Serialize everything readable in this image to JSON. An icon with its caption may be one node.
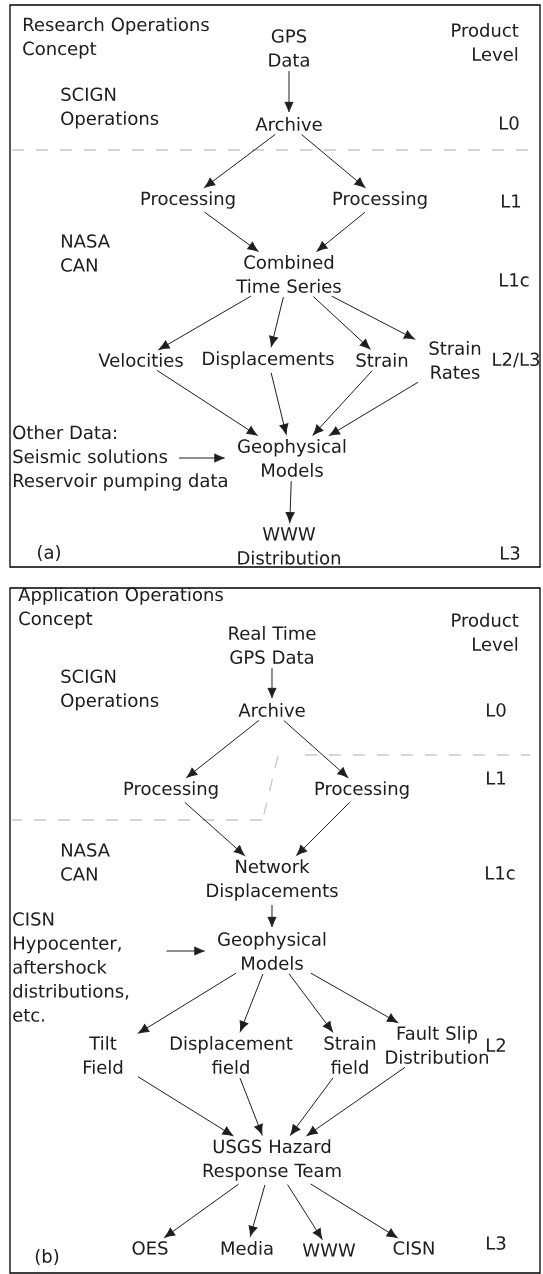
{
  "diagram": {
    "nodes": [
      {
        "text": [
          "GPS Data"
        ]
      },
      {
        "text": [
          "Archive"
        ]
      },
      {
        "text": [
          "Processing"
        ]
      },
      {
        "text": [
          "Processing"
        ]
      },
      {
        "text": [
          "Combined Time Series"
        ]
      },
      {
        "text": [
          "Velocities"
        ]
      },
      {
        "text": [
          "Displacements"
        ]
      },
      {
        "text": [
          "Strain"
        ]
      },
      {
        "text": [
          "Strain Rates"
        ]
      },
      {
        "text": [
          "Other Data:",
          "Seismic solutions",
          "Reservoir pumping data"
        ]
      },
      {
        "text": [
          "Geophysical Models"
        ]
      },
      {
        "text": [
          "WWW Distribution"
        ]
      },
      {
        "text": [
          "Real Time GPS Data"
        ]
      },
      {
        "text": [
          "Archive"
        ]
      },
      {
        "text": [
          "Processing"
        ]
      },
      {
        "text": [
          "Processing"
        ]
      },
      {
        "text": [
          "Network Displacements"
        ]
      },
      {
        "text": [
          "CISN Hypocenter, aftershock distributions, etc."
        ]
      },
      {
        "text": [
          "Geophysical Models"
        ]
      },
      {
        "text": [
          "Tilt Field"
        ]
      },
      {
        "text": [
          "Displacement field"
        ]
      },
      {
        "text": [
          "Strain field"
        ]
      },
      {
        "text": [
          "Fault Slip Distribution"
        ]
      },
      {
        "text": [
          "USGS Hazard Response Team"
        ]
      },
      {
        "text": [
          "OES"
        ]
      },
      {
        "text": [
          "Media"
        ]
      },
      {
        "text": [
          "WWW"
        ]
      },
      {
        "text": [
          "CISN"
        ]
      }
    ],
    "edges": [
      {
        "from": 0,
        "to": 1,
        "arrow": "to"
      },
      {
        "from": 1,
        "to": 2,
        "arrow": "to"
      },
      {
        "from": 1,
        "to": 3,
        "arrow": "to"
      },
      {
        "from": 2,
        "to": 4,
        "arrow": "to"
      },
      {
        "from": 3,
        "to": 4,
        "arrow": "to"
      },
      {
        "from": 4,
        "to": 5,
        "arrow": "to"
      },
      {
        "from": 4,
        "to": 6,
        "arrow": "to"
      },
      {
        "from": 4,
        "to": 7,
        "arrow": "to"
      },
      {
        "from": 4,
        "to": 8,
        "arrow": "to"
      },
      {
        "from": 5,
        "to": 10,
        "arrow": "to"
      },
      {
        "from": 6,
        "to": 10,
        "arrow": "to"
      },
      {
        "from": 7,
        "to": 10,
        "arrow": "to"
      },
      {
        "from": 8,
        "to": 10,
        "arrow": "to"
      },
      {
        "from": 9,
        "to": 10,
        "arrow": "to"
      },
      {
        "from": 10,
        "to": 11,
        "arrow": "to"
      },
      {
        "from": 12,
        "to": 13,
        "arrow": "to"
      },
      {
        "from": 13,
        "to": 14,
        "arrow": "to"
      },
      {
        "from": 13,
        "to": 15,
        "arrow": "to"
      },
      {
        "from": 14,
        "to": 16,
        "arrow": "to"
      },
      {
        "from": 15,
        "to": 16,
        "arrow": "to"
      },
      {
        "from": 16,
        "to": 18,
        "arrow": "to"
      },
      {
        "from": 17,
        "to": 18,
        "arrow": "to"
      },
      {
        "from": 18,
        "to": 19,
        "arrow": "to"
      },
      {
        "from": 18,
        "to": 20,
        "arrow": "to"
      },
      {
        "from": 18,
        "to": 21,
        "arrow": "to"
      },
      {
        "from": 18,
        "to": 22,
        "arrow": "to"
      },
      {
        "from": 19,
        "to": 23,
        "arrow": "to"
      },
      {
        "from": 20,
        "to": 23,
        "arrow": "to"
      },
      {
        "from": 21,
        "to": 23,
        "arrow": "to"
      },
      {
        "from": 22,
        "to": 23,
        "arrow": "to"
      },
      {
        "from": 23,
        "to": 24,
        "arrow": "to"
      },
      {
        "from": 23,
        "to": 25,
        "arrow": "to"
      },
      {
        "from": 23,
        "to": 26,
        "arrow": "to"
      },
      {
        "from": 23,
        "to": 27,
        "arrow": "to"
      }
    ],
    "labels": [
      "Research Operations Concept",
      "Product Level",
      "SCIGN Operations",
      "L0",
      "L1",
      "NASA CAN",
      "L1c",
      "L2/L3",
      "(a)",
      "L3",
      "Application Operations Concept",
      "Product Level",
      "SCIGN Operations",
      "L0",
      "L1",
      "NASA CAN",
      "L1c",
      "L2",
      "(b)",
      "L3"
    ]
  }
}
